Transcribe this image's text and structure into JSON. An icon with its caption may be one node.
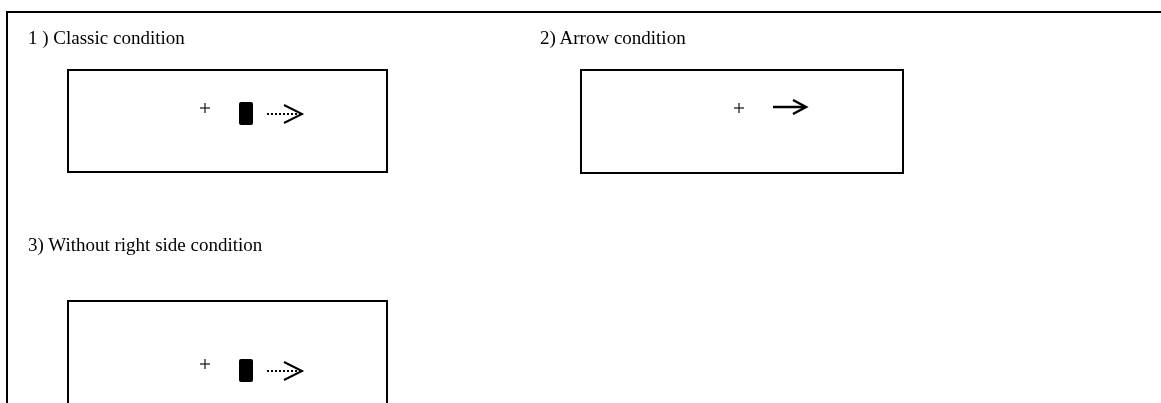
{
  "diagram": {
    "labels": [
      "1 ) Classic condition",
      "2) Arrow condition",
      "3) Without right side condition"
    ]
  }
}
